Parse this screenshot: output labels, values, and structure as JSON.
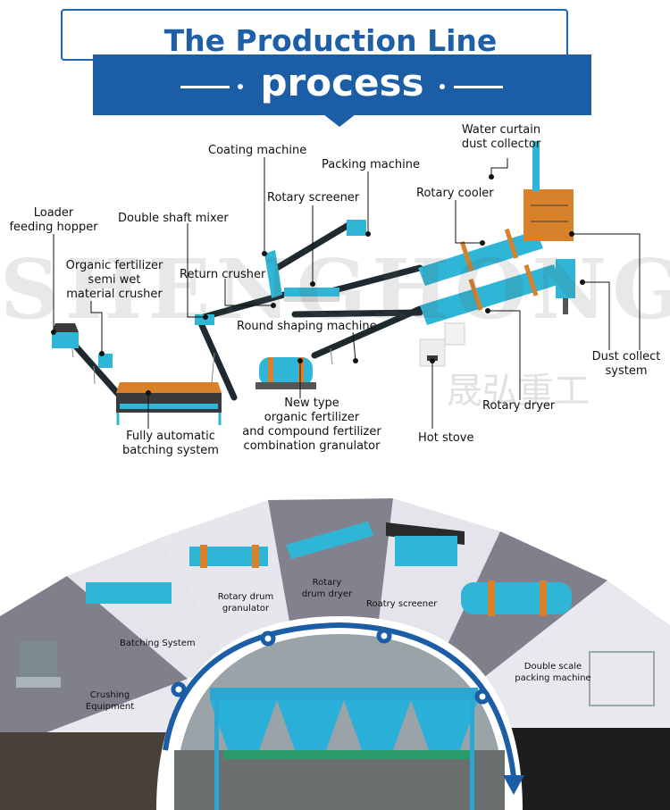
{
  "header": {
    "title": "The Production Line",
    "subtitle": "process"
  },
  "watermark": {
    "latin": "SHENGHONG",
    "chinese": "晟弘重工"
  },
  "diagram_labels": {
    "water_curtain": [
      "Water curtain",
      "dust collector"
    ],
    "coating_machine": "Coating machine",
    "packing_machine": "Packing machine",
    "rotary_screener": "Rotary screener",
    "rotary_cooler": "Rotary cooler",
    "loader_hopper": [
      "Loader",
      "feeding hopper"
    ],
    "double_shaft_mixer": "Double shaft mixer",
    "organic_crusher": [
      "Organic fertilizer",
      "semi wet",
      "material crusher"
    ],
    "return_crusher": "Return crusher",
    "round_shaping": "Round shaping machine",
    "dust_collect": [
      "Dust collect",
      "system"
    ],
    "rotary_dryer": "Rotary dryer",
    "new_granulator": [
      "New type",
      "organic fertilizer",
      "and compound fertilizer",
      "combination granulator"
    ],
    "batching_system": [
      "Fully automatic",
      "batching system"
    ],
    "hot_stove": "Hot stove"
  },
  "wheel": {
    "crushing": [
      "Crushing",
      "Equipment"
    ],
    "batching": "Batching System",
    "drum_granulator": [
      "Rotary drum",
      "granulator"
    ],
    "drum_dryer": [
      "Rotary",
      "drum dryer"
    ],
    "screener": "Roatry screener",
    "packing": [
      "Double scale",
      "packing machine"
    ]
  },
  "colors": {
    "brand_blue": "#1c5ea6",
    "machine_cyan": "#2fb6d6",
    "machine_orange": "#d9802a",
    "wheel_grey": "#7b7b88",
    "wheel_light": "#e3e3ea"
  }
}
